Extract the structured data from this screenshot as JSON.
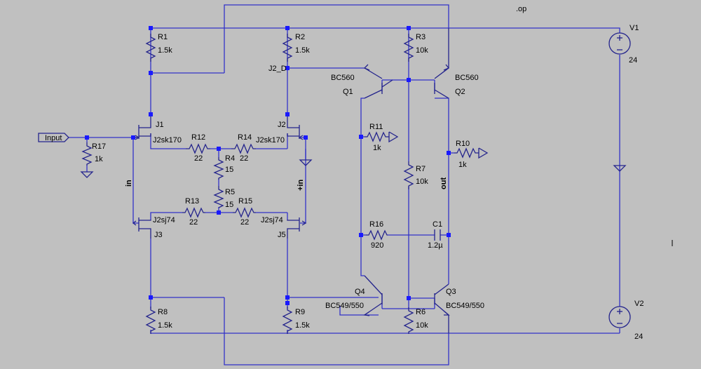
{
  "directive": ".op",
  "components": {
    "r1": {
      "name": "R1",
      "value": "1.5k"
    },
    "r2": {
      "name": "R2",
      "value": "1.5k"
    },
    "r3": {
      "name": "R3",
      "value": "10k"
    },
    "r4": {
      "name": "R4",
      "value": "15"
    },
    "r5": {
      "name": "R5",
      "value": "15"
    },
    "r6": {
      "name": "R6",
      "value": "10k"
    },
    "r7": {
      "name": "R7",
      "value": "10k"
    },
    "r8": {
      "name": "R8",
      "value": "1.5k"
    },
    "r9": {
      "name": "R9",
      "value": "1.5k"
    },
    "r10": {
      "name": "R10",
      "value": "1k"
    },
    "r11": {
      "name": "R11",
      "value": "1k"
    },
    "r12": {
      "name": "R12",
      "value": "22"
    },
    "r13": {
      "name": "R13",
      "value": "22"
    },
    "r14": {
      "name": "R14",
      "value": "22"
    },
    "r15": {
      "name": "R15",
      "value": "22"
    },
    "r16": {
      "name": "R16",
      "value": "920"
    },
    "r17": {
      "name": "R17",
      "value": "1k"
    },
    "c1": {
      "name": "C1",
      "value": "1.2µ"
    },
    "v1": {
      "name": "V1",
      "value": "24"
    },
    "v2": {
      "name": "V2",
      "value": "24"
    },
    "j1": {
      "name": "J1",
      "model": "J2sk170"
    },
    "j2": {
      "name": "J2",
      "model": "J2sk170"
    },
    "j3": {
      "name": "J3",
      "model": "J2sj74"
    },
    "j5": {
      "name": "J5",
      "model": "J2sj74"
    },
    "q1": {
      "name": "Q1",
      "model": "BC560"
    },
    "q2": {
      "name": "Q2",
      "model": "BC560"
    },
    "q3": {
      "name": "Q3",
      "model": "BC549/550"
    },
    "q4": {
      "name": "Q4",
      "model": "BC549/550"
    }
  },
  "nets": {
    "input": "Input",
    "j2_d": "J2_D",
    "in_neg": "in",
    "in_pos": "+in",
    "out": "out"
  }
}
